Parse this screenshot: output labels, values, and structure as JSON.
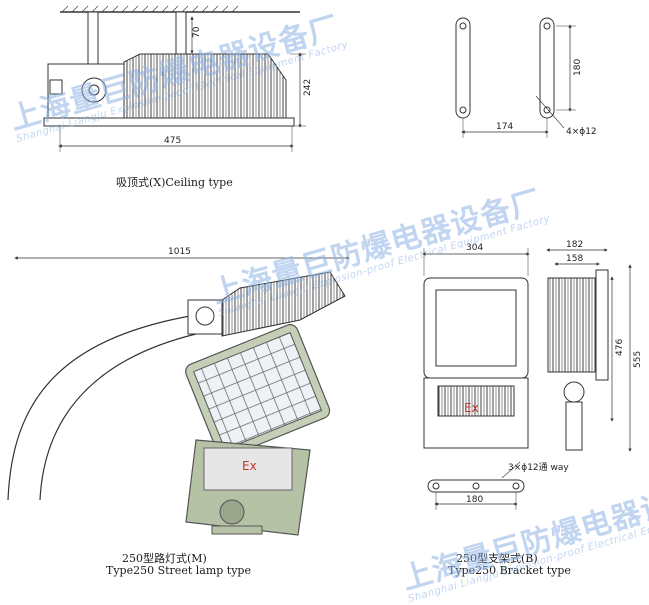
{
  "ceiling": {
    "caption": "吸顶式(X)Ceiling type",
    "dims": {
      "d70": "70",
      "d242": "242",
      "d475": "475"
    }
  },
  "bracket_plate": {
    "dims": {
      "d180": "180",
      "d174": "174",
      "holes": "4×ϕ12"
    }
  },
  "street": {
    "caption_cn": "250型路灯式(M)",
    "caption_en": "Type250 Street lamp type",
    "dims": {
      "d1015": "1015"
    },
    "ex_mark": "Ex"
  },
  "bracket": {
    "caption_cn": "250型支架式(B)",
    "caption_en": "Type250 Bracket type",
    "dims": {
      "d304": "304",
      "d182": "182",
      "d158": "158",
      "d476": "476",
      "d555": "555",
      "d180": "180",
      "way": "3×ϕ12通 way"
    },
    "ex_mark": "Ex"
  },
  "watermark": {
    "cn": "上海量巨防爆电器设备厂",
    "en": "Shanghai Liangju Explosion-proof Electrical Equipment Factory"
  },
  "colors": {
    "line": "#333333",
    "ex": "#c0392b",
    "watermark": "#8fb4e6",
    "body_green": "#b6c2a6"
  }
}
